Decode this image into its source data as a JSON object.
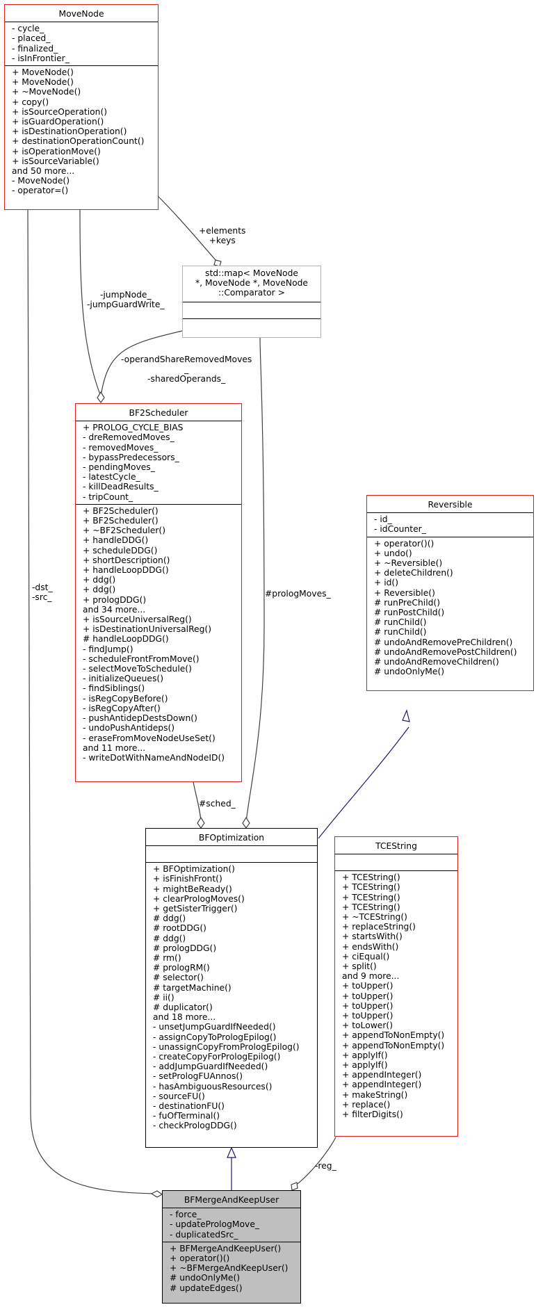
{
  "classes": {
    "movenode": {
      "name": "MoveNode",
      "attributes": [
        "- cycle_",
        "- placed_",
        "- finalized_",
        "- isInFrontier_"
      ],
      "methods": [
        "+ MoveNode()",
        "+ MoveNode()",
        "+ ~MoveNode()",
        "+ copy()",
        "+ isSourceOperation()",
        "+ isGuardOperation()",
        "+ isDestinationOperation()",
        "+ destinationOperationCount()",
        "+ isOperationMove()",
        "+ isSourceVariable()",
        "and 50 more...",
        "- MoveNode()",
        "- operator=()"
      ]
    },
    "map": {
      "name": "std::map< MoveNode\n *, MoveNode *, MoveNode\n::Comparator >",
      "attributes": [],
      "methods": []
    },
    "bf2scheduler": {
      "name": "BF2Scheduler",
      "attributes": [
        "+ PROLOG_CYCLE_BIAS",
        "- dreRemovedMoves_",
        "- removedMoves_",
        "- bypassPredecessors_",
        "- pendingMoves_",
        "- latestCycle_",
        "- killDeadResults_",
        "- tripCount_"
      ],
      "methods": [
        "+ BF2Scheduler()",
        "+ BF2Scheduler()",
        "+ ~BF2Scheduler()",
        "+ handleDDG()",
        "+ scheduleDDG()",
        "+ shortDescription()",
        "+ handleLoopDDG()",
        "+ ddg()",
        "+ ddg()",
        "+ prologDDG()",
        "and 34 more...",
        "+ isSourceUniversalReg()",
        "+ isDestinationUniversalReg()",
        "# handleLoopDDG()",
        "- findJump()",
        "- scheduleFrontFromMove()",
        "- selectMoveToSchedule()",
        "- initializeQueues()",
        "- findSiblings()",
        "- isRegCopyBefore()",
        "- isRegCopyAfter()",
        "- pushAntidepDestsDown()",
        "- undoPushAntideps()",
        "- eraseFromMoveNodeUseSet()",
        "and 11 more...",
        "- writeDotWithNameAndNodeID()"
      ]
    },
    "reversible": {
      "name": "Reversible",
      "attributes": [
        "- id_",
        "- idCounter_"
      ],
      "methods": [
        "+ operator()()",
        "+ undo()",
        "+ ~Reversible()",
        "+ deleteChildren()",
        "+ id()",
        "+ Reversible()",
        "# runPreChild()",
        "# runPostChild()",
        "# runChild()",
        "# runChild()",
        "# undoAndRemovePreChildren()",
        "# undoAndRemovePostChildren()",
        "# undoAndRemoveChildren()",
        "# undoOnlyMe()"
      ]
    },
    "bfoptimization": {
      "name": "BFOptimization",
      "attributes": [],
      "methods": [
        "+ BFOptimization()",
        "+ isFinishFront()",
        "+ mightBeReady()",
        "+ clearPrologMoves()",
        "+ getSisterTrigger()",
        "# ddg()",
        "# rootDDG()",
        "# ddg()",
        "# prologDDG()",
        "# rm()",
        "# prologRM()",
        "# selector()",
        "# targetMachine()",
        "# ii()",
        "# duplicator()",
        "and 18 more...",
        "- unsetJumpGuardIfNeeded()",
        "- assignCopyToPrologEpilog()",
        "- unassignCopyFromPrologEpilog()",
        "- createCopyForPrologEpilog()",
        "- addJumpGuardIfNeeded()",
        "- setPrologFUAnnos()",
        "- hasAmbiguousResources()",
        "- sourceFU()",
        "- destinationFU()",
        "- fuOfTerminal()",
        "- checkPrologDDG()"
      ]
    },
    "tcestring": {
      "name": "TCEString",
      "attributes": [],
      "methods": [
        "+ TCEString()",
        "+ TCEString()",
        "+ TCEString()",
        "+ TCEString()",
        "+ ~TCEString()",
        "+ replaceString()",
        "+ startsWith()",
        "+ endsWith()",
        "+ ciEqual()",
        "+ split()",
        "and 9 more...",
        "+ toUpper()",
        "+ toUpper()",
        "+ toUpper()",
        "+ toUpper()",
        "+ toLower()",
        "+ appendToNonEmpty()",
        "+ appendToNonEmpty()",
        "+ applyIf()",
        "+ applyIf()",
        "+ appendInteger()",
        "+ appendInteger()",
        "+ makeString()",
        "+ replace()",
        "+ filterDigits()"
      ]
    },
    "bfmergeandkeepuser": {
      "name": "BFMergeAndKeepUser",
      "attributes": [
        "- force_",
        "- updatePrologMove_",
        "- duplicatedSrc_"
      ],
      "methods": [
        "+ BFMergeAndKeepUser()",
        "+ operator()()",
        "+ ~BFMergeAndKeepUser()",
        "# undoOnlyMe()",
        "# updateEdges()"
      ]
    }
  },
  "edge_labels": {
    "elements_keys": "+elements\n+keys",
    "jump": "-jumpNode_\n-jumpGuardWrite_",
    "operands": "-operandShareRemovedMoves\n_\n-sharedOperands_",
    "dst_src": "-dst_\n-src_",
    "prolog": "#prologMoves_",
    "sched": "#sched_",
    "reg": "-reg_"
  },
  "colors": {
    "class_border": "#e31a1c",
    "template_border": "#b3b3b3",
    "focus_fill": "#bfbfbf",
    "inheritance_edge": "#191970",
    "association_edge": "#404040"
  }
}
